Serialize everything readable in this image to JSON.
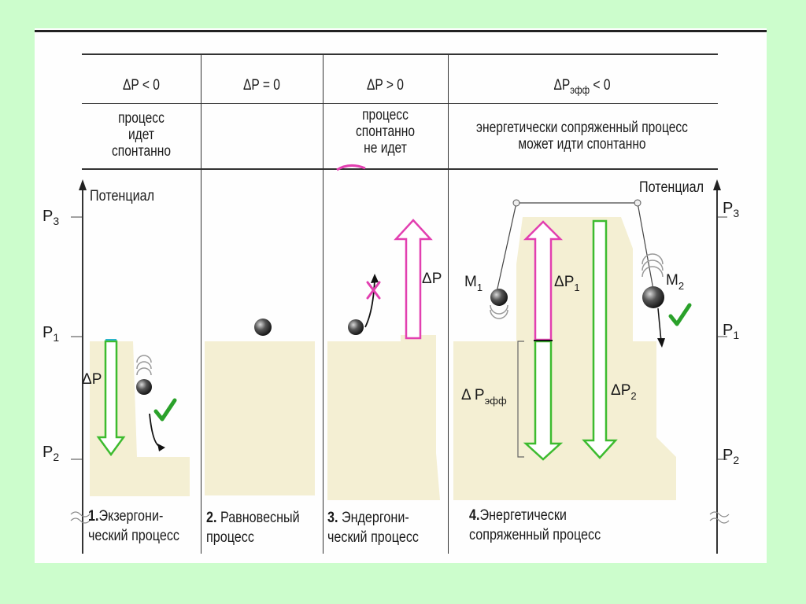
{
  "columns": [
    {
      "header": "ΔP < 0",
      "description": [
        "процесс",
        "идет",
        "спонтанно"
      ],
      "caption": {
        "number": "1.",
        "lines": [
          "Экзергони-",
          "ческий процесс"
        ]
      }
    },
    {
      "header": "ΔP = 0",
      "description": [],
      "caption": {
        "number": "2.",
        "lines": [
          "Равновесный",
          "процесс"
        ]
      }
    },
    {
      "header": "ΔP > 0",
      "description": [
        "процесс",
        "спонтанно",
        "не идет"
      ],
      "caption": {
        "number": "3.",
        "lines": [
          "Эндергони-",
          "ческий процесс"
        ]
      }
    },
    {
      "header_main": "ΔP",
      "header_sub": "эфф",
      "header_tail": " < 0",
      "description": [
        "энергетически сопряженный процесс",
        "может идти спонтанно"
      ],
      "caption": {
        "number": "4.",
        "lines": [
          "Энергетически",
          "сопряженный процесс"
        ]
      }
    }
  ],
  "axis": {
    "left_label": "Потенциал",
    "right_label": "Потенциал",
    "levels": [
      {
        "base": "P",
        "sub": "3"
      },
      {
        "base": "P",
        "sub": "1"
      },
      {
        "base": "P",
        "sub": "2"
      }
    ]
  },
  "arrow_labels": {
    "col1": "ΔP",
    "col3": "ΔP",
    "col4_p1": "ΔP",
    "col4_p1_sub": "1",
    "col4_p2": "ΔP",
    "col4_p2_sub": "2",
    "col4_eff": "Δ P",
    "col4_eff_sub": "эфф",
    "mass1": "M",
    "mass1_sub": "1",
    "mass2": "M",
    "mass2_sub": "2"
  },
  "colors": {
    "background": "#ccfdcc",
    "terrain": "#f4efd3",
    "green_arrow": "#3dbb2f",
    "pink_arrow": "#e23fb0",
    "check": "#2aa12a"
  }
}
